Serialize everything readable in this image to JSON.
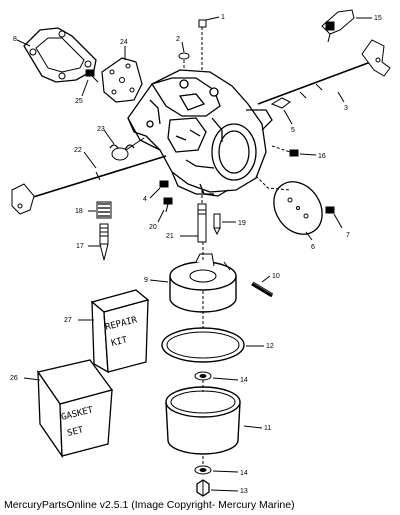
{
  "callouts": {
    "p1": "1",
    "p2": "2",
    "p3": "3",
    "p4": "4",
    "p5": "5",
    "p6": "6",
    "p7": "7",
    "p8": "8",
    "p9": "9",
    "p10": "10",
    "p11": "11",
    "p12": "12",
    "p13": "13",
    "p14a": "14",
    "p14b": "14",
    "p15": "15",
    "p16": "16",
    "p17": "17",
    "p18": "18",
    "p19": "19",
    "p20": "20",
    "p21": "21",
    "p22": "22",
    "p23": "23",
    "p24": "24",
    "p25": "25",
    "p26": "26",
    "p27": "27"
  },
  "boxes": {
    "repair_kit": [
      "REPAIR",
      "KIT"
    ],
    "gasket_set": [
      "GASKET",
      "SET"
    ]
  },
  "caption": "MercuryPartsOnline v2.5.1 (Image Copyright- Mercury Marine)"
}
